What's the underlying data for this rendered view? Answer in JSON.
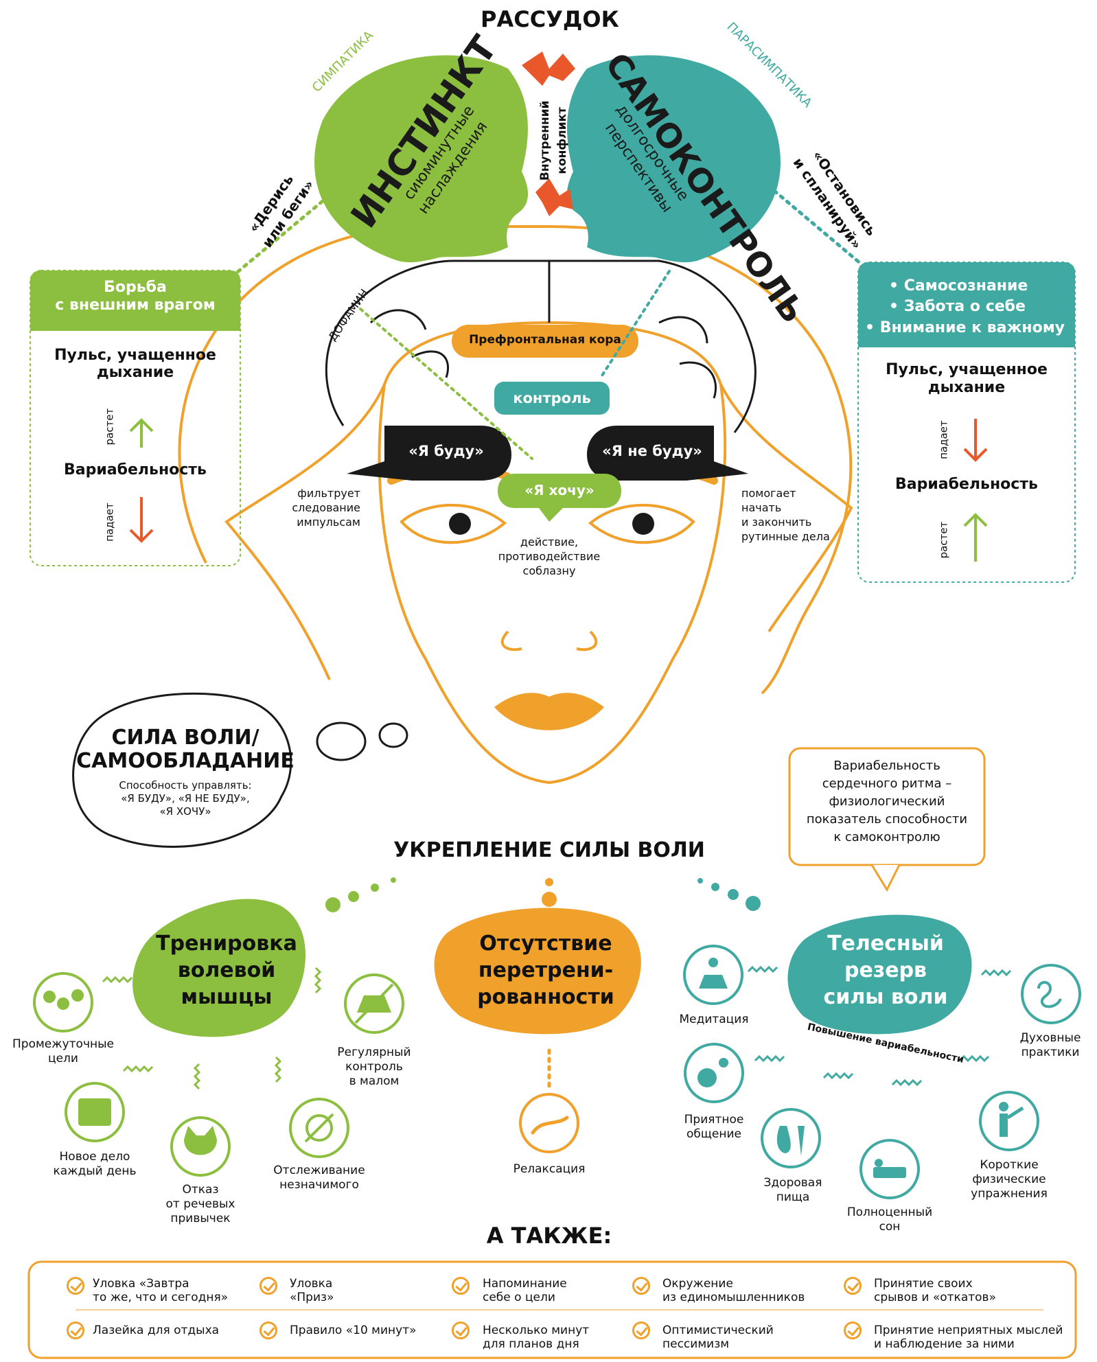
{
  "colors": {
    "green": "#8cbf3f",
    "teal": "#3fa9a2",
    "orange": "#f0a12b",
    "red": "#e8582a",
    "dark": "#1a1a1a"
  },
  "top_title": "РАССУДОК",
  "sympathetic": "СИМПАТИКА",
  "parasympathetic": "ПАРАСИМПАТИКА",
  "instinct": {
    "title": "ИНСТИНКТ",
    "subtitle_1": "сиюминутные",
    "subtitle_2": "наслаждения"
  },
  "selfcontrol": {
    "title": "САМОКОНТРОЛЬ",
    "subtitle_1": "долгосрочные",
    "subtitle_2": "перспективы"
  },
  "conflict": {
    "line1": "Внутренний",
    "line2": "конфликт"
  },
  "fight_flight": {
    "line1": "«Дерись",
    "line2": "или беги»"
  },
  "stop_plan": {
    "line1": "«Остановись",
    "line2": "и спланируй»"
  },
  "left_box": {
    "head_1": "Борьба",
    "head_2": "с внешним врагом",
    "pulse_1": "Пульс, учащенное",
    "pulse_2": "дыхание",
    "rises": "растет",
    "variability": "Вариабельность",
    "falls": "падает"
  },
  "right_box": {
    "items": [
      "• Самосознание",
      "• Забота о себе",
      "• Внимание к важному"
    ],
    "pulse_1": "Пульс, учащенное",
    "pulse_2": "дыхание",
    "falls": "падает",
    "variability": "Вариабельность",
    "rises": "растет"
  },
  "dopamine": "ДОФАМИН",
  "prefrontal": "Префронтальная кора",
  "control": "контроль",
  "i_will": "«Я буду»",
  "i_wont": "«Я не буду»",
  "i_want": "«Я хочу»",
  "filters": {
    "l1": "фильтрует",
    "l2": "следование",
    "l3": "импульсам"
  },
  "helps": {
    "l1": "помогает",
    "l2": "начать",
    "l3": "и закончить",
    "l4": "рутинные дела"
  },
  "action": {
    "l1": "действие,",
    "l2": "противодействие",
    "l3": "соблазну"
  },
  "willpower": {
    "title_1": "СИЛА ВОЛИ/",
    "title_2": "САМООБЛАДАНИЕ",
    "sub_1": "Способность управлять:",
    "sub_2": "«Я БУДУ», «Я  НЕ БУДУ»,",
    "sub_3": "«Я ХОЧУ»"
  },
  "hrv_note": {
    "l1": "Вариабельность",
    "l2": "сердечного ритма –",
    "l3": "физиологический",
    "l4": "показатель способности",
    "l5": "к самоконтролю"
  },
  "strengthen_title": "УКРЕПЛЕНИЕ СИЛЫ ВОЛИ",
  "training": {
    "l1": "Тренировка",
    "l2": "волевой",
    "l3": "мышцы"
  },
  "no_overtraining": {
    "l1": "Отсутствие",
    "l2": "перетрени-",
    "l3": "рованности"
  },
  "body_reserve": {
    "l1": "Телесный",
    "l2": "резерв",
    "l3": "силы воли"
  },
  "hrv_increase": "Повышение вариабельности",
  "training_items": {
    "goals": {
      "l1": "Промежуточные",
      "l2": "цели"
    },
    "new_task": {
      "l1": "Новое дело",
      "l2": "каждый день"
    },
    "speech": {
      "l1": "Отказ",
      "l2": "от речевых",
      "l3": "привычек"
    },
    "tracking": {
      "l1": "Отслеживание",
      "l2": "незначимого"
    },
    "regular": {
      "l1": "Регулярный",
      "l2": "контроль",
      "l3": "в малом"
    }
  },
  "relax": "Релаксация",
  "body_items": {
    "meditation": "Медитация",
    "spiritual": {
      "l1": "Духовные",
      "l2": "практики"
    },
    "communication": {
      "l1": "Приятное",
      "l2": "общение"
    },
    "food": {
      "l1": "Здоровая",
      "l2": "пища"
    },
    "sleep": {
      "l1": "Полноценный",
      "l2": "сон"
    },
    "exercise": {
      "l1": "Короткие",
      "l2": "физические",
      "l3": "упражнения"
    }
  },
  "also_title": "А ТАКЖЕ:",
  "also": [
    {
      "l1": "Уловка «Завтра",
      "l2": "то же, что и сегодня»"
    },
    {
      "l1": "Уловка",
      "l2": "«Приз»"
    },
    {
      "l1": "Напоминание",
      "l2": "себе о цели"
    },
    {
      "l1": "Окружение",
      "l2": "из единомышленников"
    },
    {
      "l1": "Принятие своих",
      "l2": "срывов и «откатов»"
    },
    {
      "l1": "Лазейка для отдыха",
      "l2": ""
    },
    {
      "l1": "Правило «10 минут»",
      "l2": ""
    },
    {
      "l1": "Несколько минут",
      "l2": "для планов дня"
    },
    {
      "l1": "Оптимистический",
      "l2": "пессимизм"
    },
    {
      "l1": "Принятие неприятных мыслей",
      "l2": "и наблюдение за ними"
    }
  ]
}
